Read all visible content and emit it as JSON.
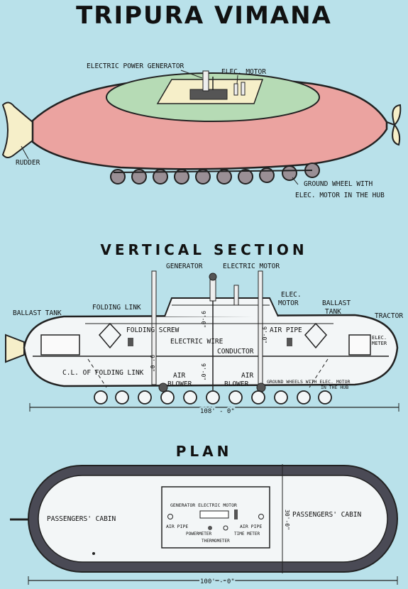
{
  "title": "TRIPURA VIMANA",
  "top_view": {
    "labels": {
      "generator": "ELECTRIC POWER GENERATOR",
      "motor": "ELEC. MOTOR",
      "rudder": "RUDDER",
      "ground_wheel_1": "GROUND WHEEL WITH",
      "ground_wheel_2": "ELEC. MOTOR IN THE HUB"
    },
    "colors": {
      "hull": "#eba3a0",
      "deck": "#b6dbb5",
      "rudder": "#f6efc9",
      "background": "#b9e1ea"
    }
  },
  "vertical_section": {
    "title": "VERTICAL SECTION",
    "labels": {
      "generator": "GENERATOR",
      "electric_motor": "ELECTRIC MOTOR",
      "folding_link": "FOLDING LINK",
      "ballast_tank_left": "BALLAST TANK",
      "elec_motor_1": "ELEC.",
      "elec_motor_2": "MOTOR",
      "ballast_tank_right_1": "BALLAST",
      "ballast_tank_right_2": "TANK",
      "tractor": "TRACTOR",
      "folding_screw": "FOLDING SCREW",
      "air_pipe": "AIR PIPE",
      "electric_wire": "ELECTRIC WIRE",
      "conductor": "CONDUCTOR",
      "dim_9_a": "9'-0\"",
      "dim_9_b": "9'-0\"",
      "dim_9_c": "9'-0\"",
      "dim_9_d": "9'-0\"",
      "cl_folding_link": "C.L. OF FOLDING LINK",
      "air_blower_1a": "AIR",
      "air_blower_1b": "BLOWER",
      "air_blower_2a": "AIR",
      "air_blower_2b": "BLOWER",
      "ground_wheels_1": "GROUND WHEELS WITH ELEC. MOTOR",
      "ground_wheels_2": "IN THE HUB",
      "elec_meter_1": "ELEC.",
      "elec_meter_2": "METER",
      "length": "108' - 0\""
    }
  },
  "plan": {
    "title": "PLAN",
    "labels": {
      "cabin_left": "PASSENGERS' CABIN",
      "cabin_right": "PASSENGERS' CABIN",
      "generator_motor": "GENERATOR ELECTRIC MOTOR",
      "air_pipe_left": "AIR PIPE",
      "air_pipe_right": "AIR PIPE",
      "powermeter": "POWERMETER",
      "time_meter": "TIME METER",
      "thermometer": "THERMOMETER",
      "width": "30'-0\"",
      "length": "100' - 0\""
    },
    "colors": {
      "rim": "#4a4a55"
    }
  }
}
